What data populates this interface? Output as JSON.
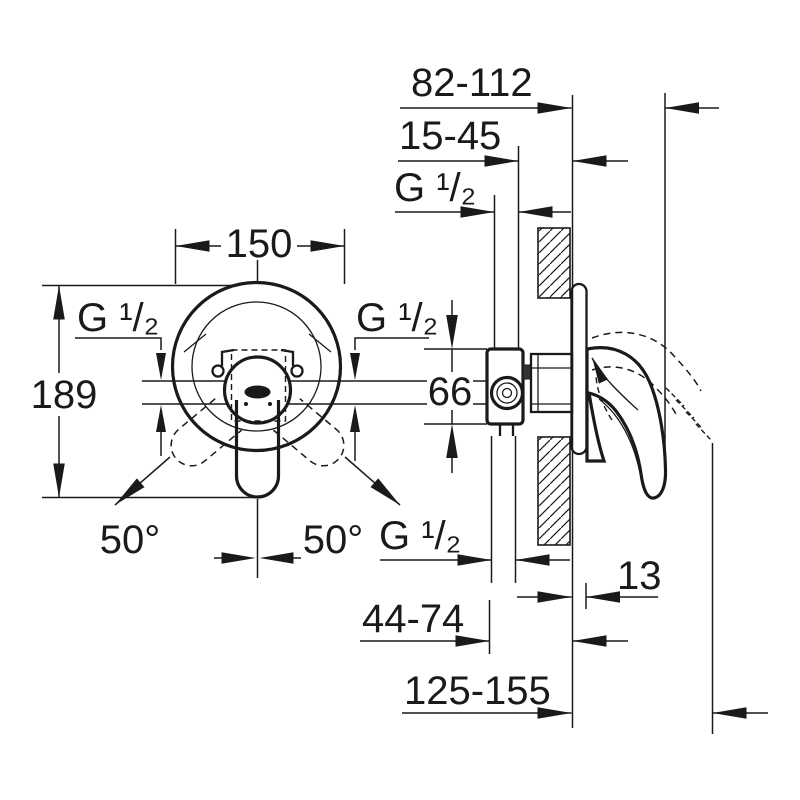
{
  "front_view": {
    "width": "150",
    "height": "189",
    "thread_left": "G ¹/₂",
    "thread_right": "G ¹/₂",
    "swing_left": "50°",
    "swing_right": "50°"
  },
  "side_view": {
    "wall_offset": "82-112",
    "rough_in_depth": "15-45",
    "thread_top": "G ¹/₂",
    "valve_height": "66",
    "thread_bottom": "G ¹/₂",
    "trim_depth": "13",
    "outlet_depth": "44-74",
    "handle_reach": "125-155"
  },
  "colors": {
    "line": "#1a1a1a",
    "background": "#ffffff"
  }
}
